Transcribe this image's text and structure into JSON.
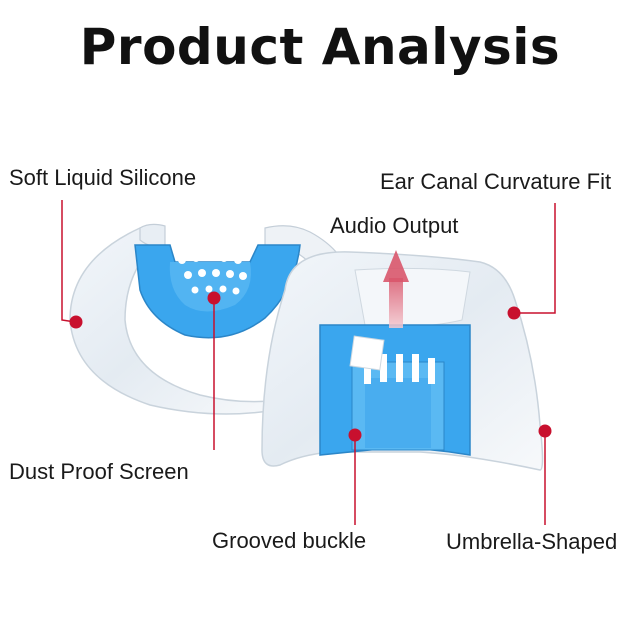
{
  "page": {
    "title": "Product Analysis"
  },
  "labels": {
    "soft_liquid_silicone": "Soft Liquid Silicone",
    "ear_canal_curvature_fit": "Ear Canal Curvature Fit",
    "audio_output": "Audio Output",
    "dust_proof_screen": "Dust Proof Screen",
    "grooved_buckle": "Grooved buckle",
    "umbrella_shaped": "Umbrella-Shaped"
  },
  "colors": {
    "callout": "#c8102e",
    "silicone_blue": "#3aa6ee",
    "arrow": "#d98a96"
  }
}
